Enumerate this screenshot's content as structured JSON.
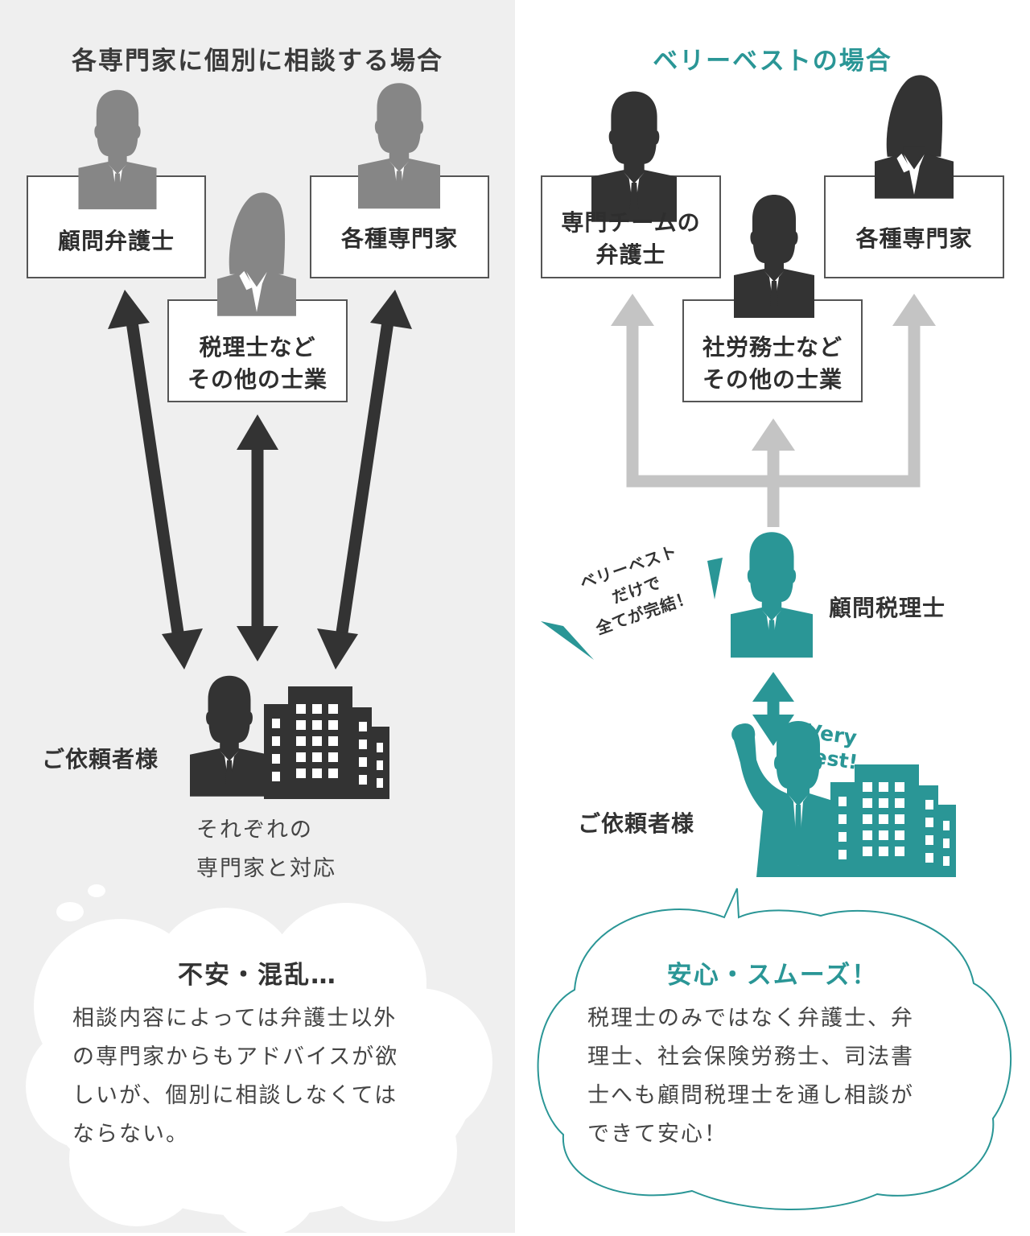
{
  "left": {
    "title": "各専門家に個別に相談する場合",
    "box_advisor_lawyer": "顧問弁護士",
    "box_experts": "各種専門家",
    "box_tax": [
      "税理士など",
      "その他の士業"
    ],
    "client_label": "ご依頼者様",
    "note_lines": [
      "それぞれの",
      "専門家と対応"
    ],
    "bubble_title": "不安・混乱…",
    "bubble_lines": [
      "相談内容によっては弁護士以外",
      "の専門家からもアドバイスが欲",
      "しいが、個別に相談しなくては",
      "ならない。"
    ]
  },
  "right": {
    "title": "ベリーベストの場合",
    "box_team_lawyer": [
      "専門チームの",
      "弁護士"
    ],
    "box_experts": "各種専門家",
    "box_labor": [
      "社労務士など",
      "その他の士業"
    ],
    "advisor_label": "顧問税理士",
    "badge_lines": [
      "ベリーベスト",
      "だけで",
      "全てが完結！"
    ],
    "very_best_lines": [
      "Very",
      "Best!"
    ],
    "client_label": "ご依頼者様",
    "bubble_title": "安心・スムーズ！",
    "bubble_lines": [
      "税理士のみではなく弁護士、弁",
      "理士、社会保険労務士、司法書",
      "士へも顧問税理士を通し相談が",
      "できて安心！"
    ]
  },
  "colors": {
    "teal": "#2a9696",
    "dark": "#333333",
    "gray_person": "#868686",
    "light_arrow": "#c4c4c4",
    "left_panel_bg": "#efefef",
    "box_border": "#555555"
  },
  "icons": [
    "businessman-icon",
    "businesswoman-icon",
    "office-building-icon",
    "cheering-man-icon"
  ]
}
